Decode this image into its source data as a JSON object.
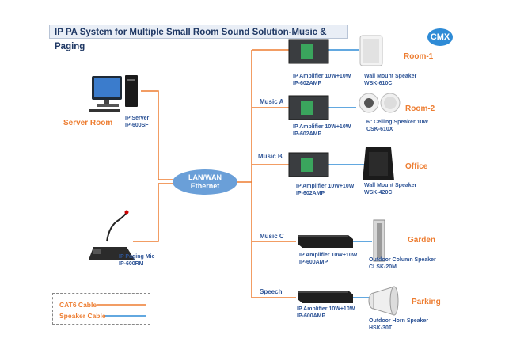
{
  "title": "IP PA System for Multiple Small Room Sound Solution-Music & Paging",
  "logo": "CMX",
  "colors": {
    "orange": "#ed7d31",
    "blue": "#2f5597",
    "lan": "#6a9fd8"
  },
  "server": {
    "location": "Server Room",
    "name": "IP Server",
    "model": "IP-600SF"
  },
  "mic": {
    "name": "IP Paging Mic",
    "model": "IP-600RM"
  },
  "network": {
    "line1": "LAN/WAN",
    "line2": "Ethernet"
  },
  "sources": [
    "Music A",
    "Music B",
    "Music C",
    "Speech"
  ],
  "zones": [
    {
      "room": "Room-1",
      "amp_name": "IP Amplifier 10W+10W",
      "amp_model": "IP-602AMP",
      "spk_name": "Wall Mount Speaker",
      "spk_model": "WSK-610C"
    },
    {
      "room": "Room-2",
      "amp_name": "IP Amplifier 10W+10W",
      "amp_model": "IP-602AMP",
      "spk_name": "6\" Ceiling Speaker 10W",
      "spk_model": "CSK-610X"
    },
    {
      "room": "Office",
      "amp_name": "IP Amplifier 10W+10W",
      "amp_model": "IP-602AMP",
      "spk_name": "Wall Mount Speaker",
      "spk_model": "WSK-420C"
    },
    {
      "room": "Garden",
      "amp_name": "IP Amplifier 10W+10W",
      "amp_model": "IP-600AMP",
      "spk_name": "Outdoor Column Speaker",
      "spk_model": "CLSK-20M"
    },
    {
      "room": "Parking",
      "amp_name": "IP Amplifier 10W+10W",
      "amp_model": "IP-600AMP",
      "spk_name": "Outdoor Horn Speaker",
      "spk_model": "HSK-30T"
    }
  ],
  "legend": {
    "cat6": "CAT6 Cable",
    "speaker": "Speaker Cable"
  }
}
